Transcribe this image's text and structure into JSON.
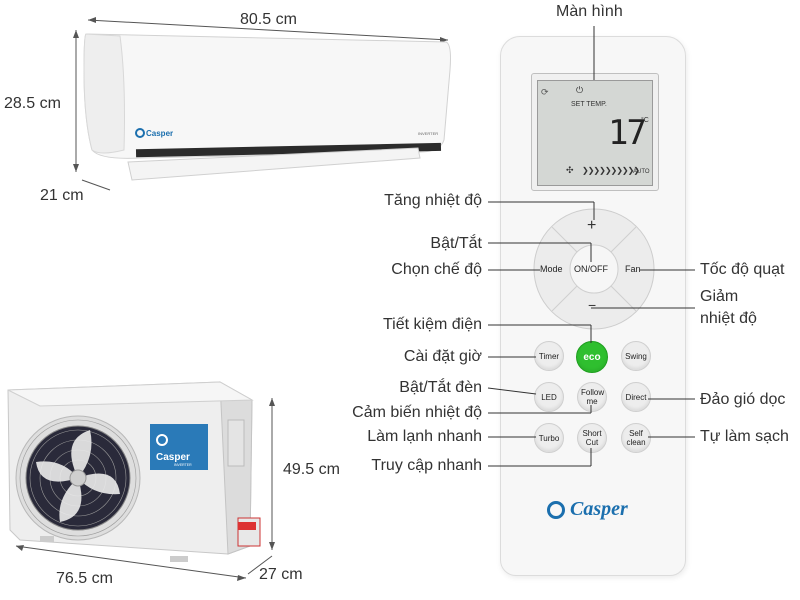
{
  "dimensions": {
    "indoor_width": "80.5 cm",
    "indoor_height": "28.5 cm",
    "indoor_depth": "21 cm",
    "outdoor_width": "76.5 cm",
    "outdoor_height": "49.5 cm",
    "outdoor_depth": "27 cm"
  },
  "brand": "Casper",
  "indoor_badge": "INVERTER",
  "outdoor_badge": "INVERTER",
  "display": {
    "set_temp_label": "SET TEMP.",
    "temperature": "17",
    "unit": "°C",
    "mode": "AUTO"
  },
  "buttons": {
    "plus": "+",
    "minus": "−",
    "mode": "Mode",
    "onoff": "ON/OFF",
    "fan": "Fan",
    "timer": "Timer",
    "eco": "eco",
    "swing": "Swing",
    "led": "LED",
    "follow_me": "Follow me",
    "direct": "Direct",
    "turbo": "Turbo",
    "short_cut": "Short Cut",
    "self_clean": "Self clean"
  },
  "callouts": {
    "screen": "Màn hình",
    "temp_up": "Tăng nhiệt độ",
    "power": "Bật/Tắt",
    "mode": "Chọn chế độ",
    "fan_speed": "Tốc độ quạt",
    "temp_down_1": "Giảm",
    "temp_down_2": "nhiệt độ",
    "eco": "Tiết kiệm điện",
    "timer": "Cài đặt giờ",
    "led": "Bật/Tắt đèn",
    "follow_me": "Cảm biến nhiệt độ",
    "direct": "Đảo gió dọc",
    "turbo": "Làm lạnh nhanh",
    "self_clean": "Tự làm sạch",
    "short_cut": "Truy cập nhanh"
  },
  "colors": {
    "eco_green": "#2fbf2f",
    "brand_blue": "#1b6fae",
    "line": "#333333"
  }
}
